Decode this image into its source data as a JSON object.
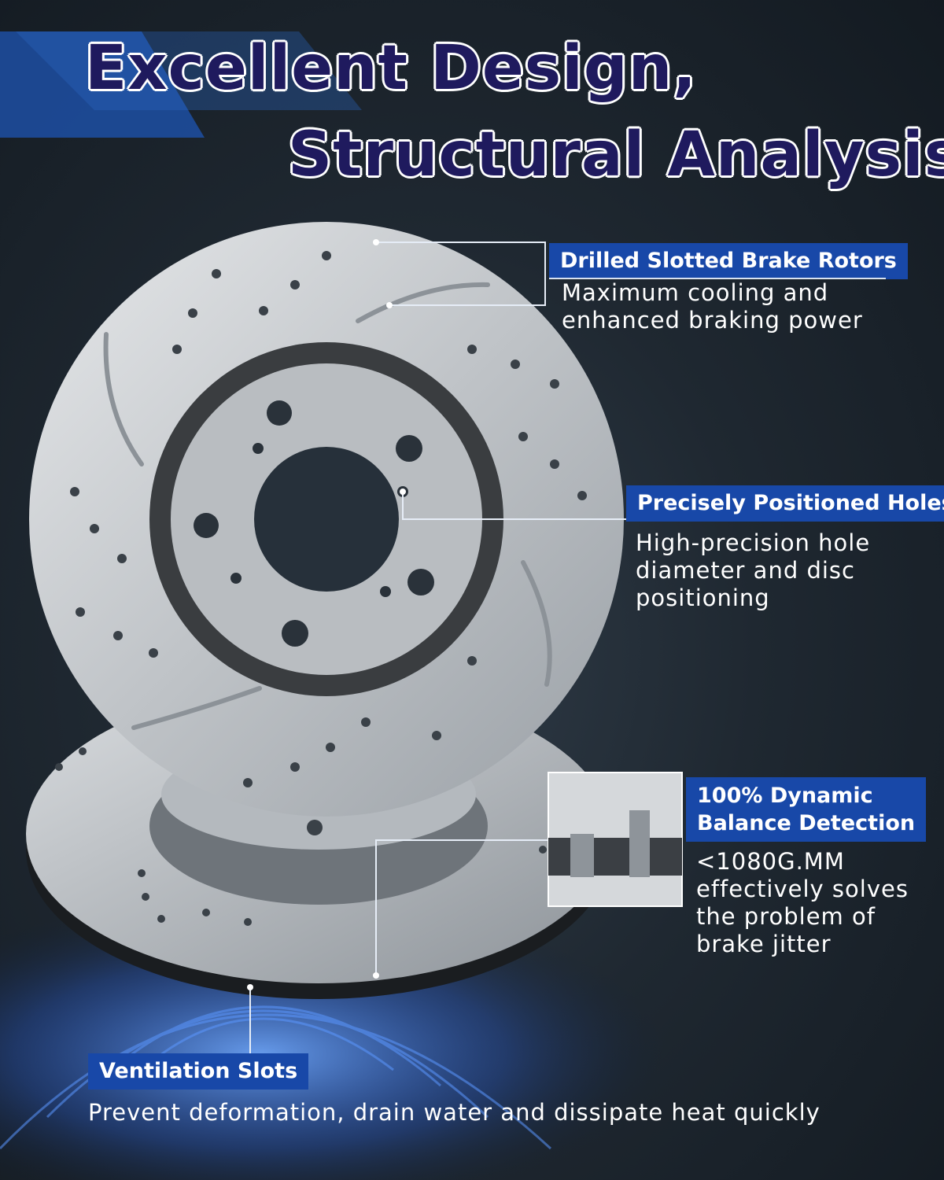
{
  "title": {
    "line1": "Excellent Design,",
    "line2": "Structural Analysis"
  },
  "features": {
    "rotors": {
      "label": "Drilled Slotted Brake Rotors",
      "desc": [
        "Maximum cooling and",
        "enhanced braking power"
      ]
    },
    "holes": {
      "label": "Precisely Positioned Holes",
      "desc": [
        "High-precision hole",
        "diameter and disc",
        "positioning"
      ]
    },
    "balance": {
      "label": [
        "100% Dynamic",
        "Balance Detection"
      ],
      "desc": [
        "<1080G.MM",
        "effectively solves",
        "the problem of",
        "brake jitter"
      ]
    },
    "ventilation": {
      "label": "Ventilation Slots",
      "desc": [
        "Prevent deformation, drain water and dissipate heat quickly"
      ]
    }
  },
  "colors": {
    "accent": "#1848a8",
    "title": "#1f1a5e",
    "text": "#ffffff"
  }
}
